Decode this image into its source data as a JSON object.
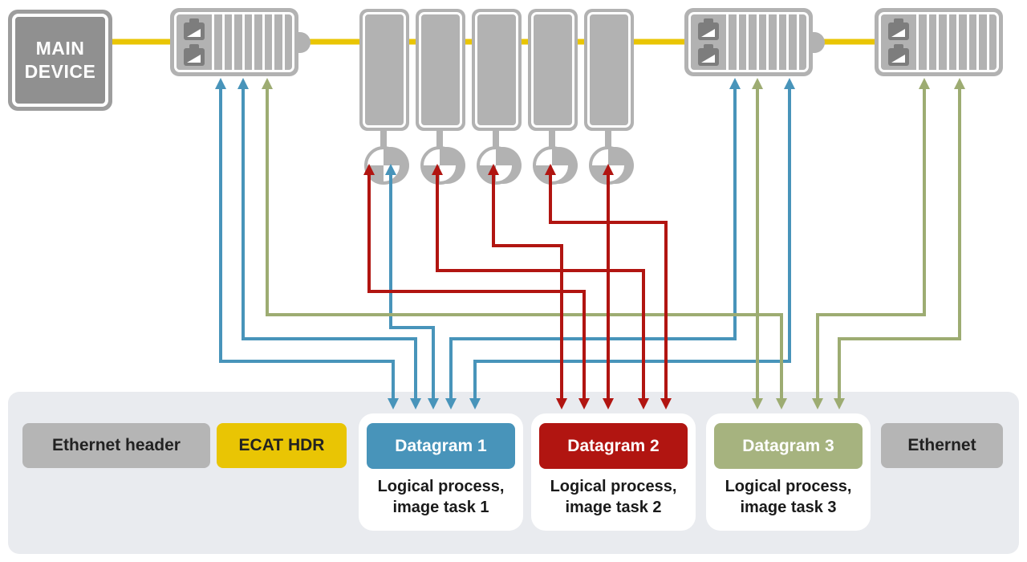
{
  "main_device": {
    "label_line1": "MAIN",
    "label_line2": "DEVICE"
  },
  "frame": {
    "ethernet_header_label": "Ethernet header",
    "ecat_hdr_label": "ECAT HDR",
    "ethernet_label": "Ethernet",
    "datagrams": [
      {
        "label": "Datagram 1",
        "caption_line1": "Logical process,",
        "caption_line2": "image task 1",
        "color": "#4894ba"
      },
      {
        "label": "Datagram 2",
        "caption_line1": "Logical process,",
        "caption_line2": "image task 2",
        "color": "#b11511"
      },
      {
        "label": "Datagram 3",
        "caption_line1": "Logical process,",
        "caption_line2": "image task 3",
        "color": "#a6b37f"
      }
    ]
  },
  "colors": {
    "arrow_blue": "#4894ba",
    "arrow_red": "#b11511",
    "arrow_green": "#9dac72",
    "bus_yellow": "#e9c504",
    "gray_box": "#b5b5b5",
    "frame_bg": "#e9ebef",
    "device_gray": "#b2b2b2",
    "port_dark": "#7d7d7d"
  },
  "devices": {
    "couplers": 3,
    "terminals": 5,
    "distributed_clocks": 5
  },
  "connections": [
    {
      "from": "Datagram 1",
      "to": "Coupler 1 (port a)",
      "color": "blue",
      "bidirectional": true
    },
    {
      "from": "Datagram 1",
      "to": "Coupler 1 (port b)",
      "color": "blue",
      "bidirectional": true
    },
    {
      "from": "Datagram 1",
      "to": "Clock 1",
      "color": "blue",
      "bidirectional": true
    },
    {
      "from": "Datagram 1",
      "to": "Coupler 2 (port a)",
      "color": "blue",
      "bidirectional": true
    },
    {
      "from": "Datagram 1",
      "to": "Coupler 2 (port b)",
      "color": "blue",
      "bidirectional": true
    },
    {
      "from": "Datagram 2",
      "to": "Clock 1",
      "color": "red",
      "bidirectional": true
    },
    {
      "from": "Datagram 2",
      "to": "Clock 2",
      "color": "red",
      "bidirectional": true
    },
    {
      "from": "Datagram 2",
      "to": "Clock 3",
      "color": "red",
      "bidirectional": true
    },
    {
      "from": "Datagram 2",
      "to": "Clock 4",
      "color": "red",
      "bidirectional": true
    },
    {
      "from": "Datagram 2",
      "to": "Clock 5",
      "color": "red",
      "bidirectional": true
    },
    {
      "from": "Datagram 3",
      "to": "Coupler 1",
      "color": "green",
      "bidirectional": true
    },
    {
      "from": "Datagram 3",
      "to": "Coupler 2",
      "color": "green",
      "bidirectional": true
    },
    {
      "from": "Datagram 3",
      "to": "Coupler 3 (port a)",
      "color": "green",
      "bidirectional": true
    },
    {
      "from": "Datagram 3",
      "to": "Coupler 3 (port b)",
      "color": "green",
      "bidirectional": true
    }
  ]
}
